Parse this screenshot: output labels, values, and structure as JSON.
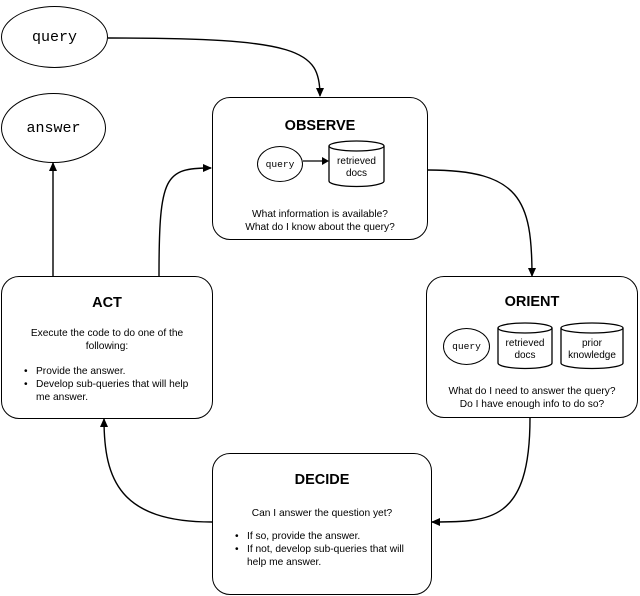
{
  "terminals": {
    "query": "query",
    "answer": "answer"
  },
  "observe": {
    "title": "OBSERVE",
    "query_label": "query",
    "docs_label": "retrieved\ndocs",
    "questions": [
      "What information is available?",
      "What do I know about the query?"
    ]
  },
  "orient": {
    "title": "ORIENT",
    "query_label": "query",
    "docs_label": "retrieved\ndocs",
    "knowledge_label": "prior\nknowledge",
    "questions": [
      "What do I need to answer the query?",
      "Do I have enough info to do so?"
    ]
  },
  "decide": {
    "title": "DECIDE",
    "question": "Can I answer the question yet?",
    "bullets": [
      "If so, provide the answer.",
      "If not, develop sub-queries that will help me answer."
    ]
  },
  "act": {
    "title": "ACT",
    "intro": "Execute the code to do one of the following:",
    "bullets": [
      "Provide the answer.",
      "Develop sub-queries that will help me answer."
    ]
  }
}
